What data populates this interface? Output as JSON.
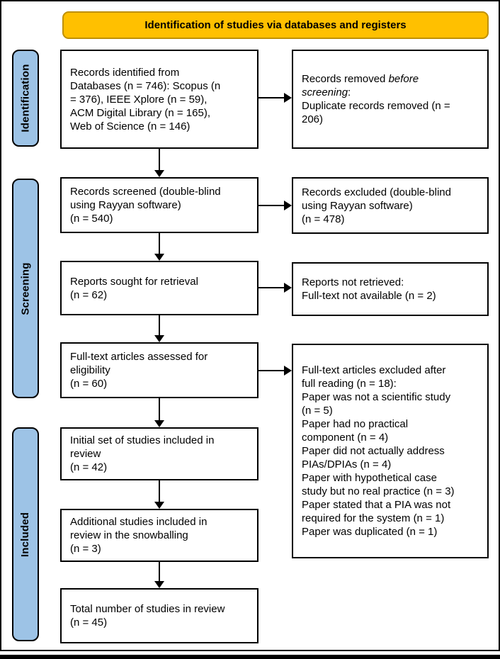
{
  "banner": {
    "label": "Identification of studies via databases and registers"
  },
  "colors": {
    "banner_fill": "#FFC000",
    "banner_border": "#BF9000",
    "stage_fill": "#9DC3E6",
    "box_border": "#000000"
  },
  "stages": [
    {
      "label": "Identification"
    },
    {
      "label": "Screening"
    },
    {
      "label": "Included"
    }
  ],
  "main_boxes": [
    {
      "id": "records-identified",
      "text": "Records identified from\nDatabases (n = 746): Scopus (n\n= 376), IEEE Xplore (n = 59),\nACM Digital Library (n = 165),\nWeb of Science (n = 146)"
    },
    {
      "id": "records-screened",
      "text": "Records screened (double-blind\nusing Rayyan software)\n(n = 540)"
    },
    {
      "id": "reports-sought",
      "text": "Reports sought for retrieval\n(n = 62)"
    },
    {
      "id": "fulltext-assessed",
      "text": "Full-text articles assessed for\neligibility\n(n = 60)"
    },
    {
      "id": "initial-set",
      "text": "Initial set of studies included in\nreview\n(n = 42)"
    },
    {
      "id": "snowballing",
      "text": "Additional studies included in\nreview in the snowballing\n(n = 3)"
    },
    {
      "id": "total",
      "text": "Total number of studies in review\n(n = 45)"
    }
  ],
  "side_boxes": [
    {
      "id": "records-removed",
      "text_before": "Records removed ",
      "text_italic": "before\nscreening",
      "text_after": ":\nDuplicate records removed (n =\n206)"
    },
    {
      "id": "records-excluded",
      "text": "Records excluded (double-blind\nusing Rayyan software)\n(n = 478)"
    },
    {
      "id": "reports-not-retrieved",
      "text": "Reports not retrieved:\nFull-text not available (n = 2)"
    },
    {
      "id": "fulltext-excluded",
      "text": "Full-text articles excluded after\nfull reading (n = 18):\nPaper was not a scientific study\n(n = 5)\nPaper had no practical\ncomponent (n = 4)\nPaper did not actually address\nPIAs/DPIAs (n = 4)\nPaper with hypothetical case\nstudy but no real practice (n = 3)\nPaper stated that a PIA was not\nrequired for the system (n = 1)\nPaper was duplicated (n = 1)"
    }
  ]
}
